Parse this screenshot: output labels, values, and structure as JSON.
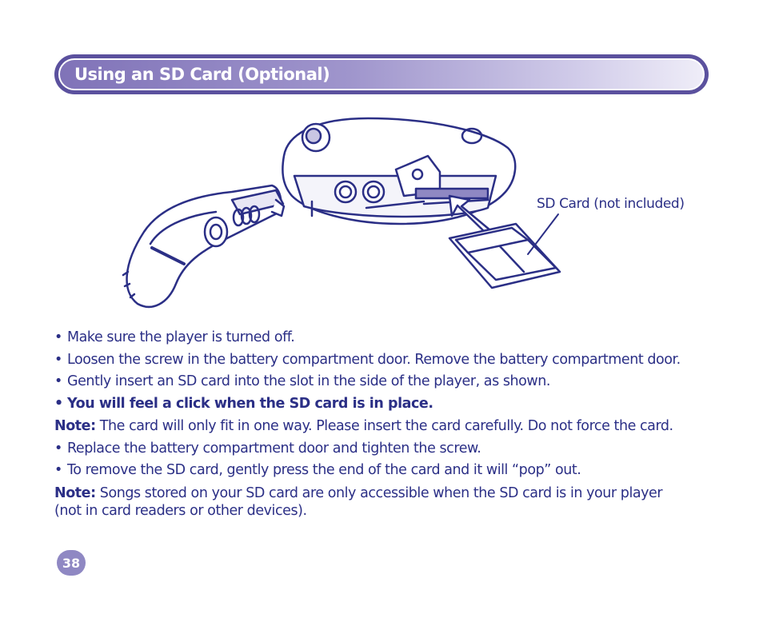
{
  "header": {
    "title": "Using an SD Card (Optional)"
  },
  "figure": {
    "callout": "SD Card (not included)"
  },
  "instructions": {
    "bullet1": "Make sure the player is turned off.",
    "bullet2": "Loosen the screw in the battery compartment door. Remove the battery compartment door.",
    "bullet3": "Gently insert an SD card into the slot in the side of the player, as shown.",
    "bullet4": "You will feel a click when the SD card is in place.",
    "note1_label": "Note:",
    "note1_text": "The card will only fit in one way. Please insert the card carefully. Do not force the card.",
    "bullet5": "Replace the battery compartment door and tighten the screw.",
    "bullet6": "To remove the SD card, gently press the end of the card and it will “pop” out.",
    "note2_label": "Note:",
    "note2_text": "Songs stored on your SD card are only accessible when the SD card is in your player (not in card readers or other devices)."
  },
  "footer": {
    "page_number": "38"
  },
  "colors": {
    "primary": "#2b2f86",
    "banner": "#5b519e",
    "badge": "#8f88c3"
  }
}
